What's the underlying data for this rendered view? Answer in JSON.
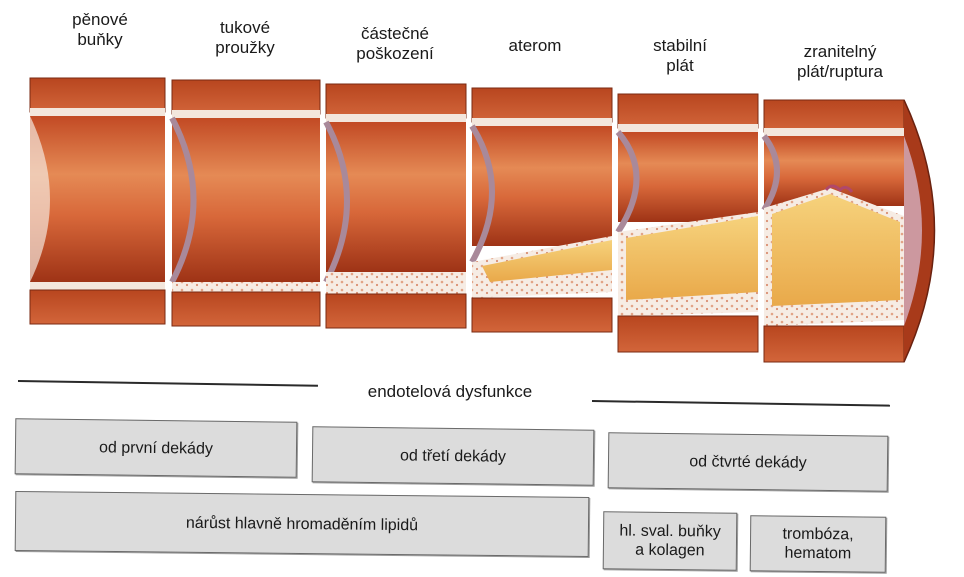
{
  "stages": [
    {
      "label": "pěnové\nbuňky"
    },
    {
      "label": "tukové\nproužky"
    },
    {
      "label": "částečné\npoškození"
    },
    {
      "label": "aterom"
    },
    {
      "label": "stabilní\nplát"
    },
    {
      "label": "zranitelný\nplát/ruptura"
    }
  ],
  "dysfunction_label": "endotelová dysfunkce",
  "onset_boxes": [
    {
      "text": "od první dekády"
    },
    {
      "text": "od třetí dekády"
    },
    {
      "text": "od čtvrté dekády"
    }
  ],
  "mechanism_boxes": [
    {
      "text": "nárůst hlavně hromaděním lipidů"
    },
    {
      "text": "hl. sval. buňky\na kolagen"
    },
    {
      "text": "trombóza,\nhematom"
    }
  ],
  "colors": {
    "vessel_wall": "#c8552e",
    "vessel_inner": "#e07a4a",
    "vessel_dark": "#8a2c14",
    "intima": "#f3e6dc",
    "plaque": "#f2c56a",
    "box_fill": "#dcdcdc"
  }
}
